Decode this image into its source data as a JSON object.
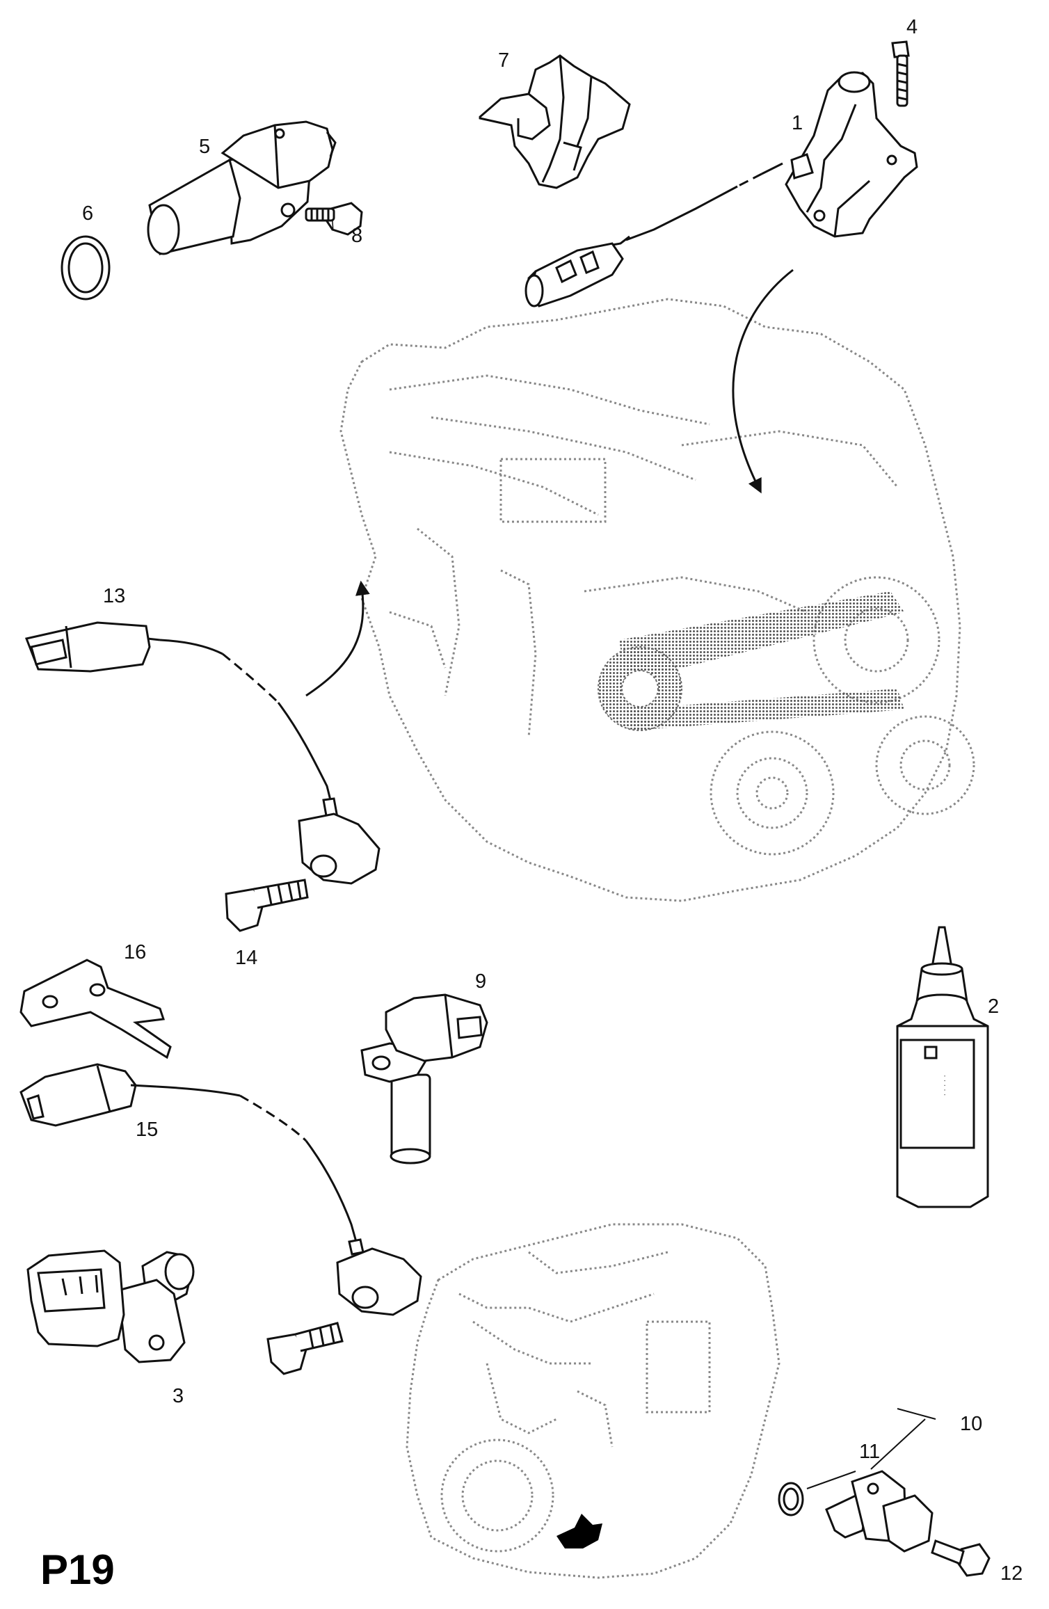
{
  "page_code": "P19",
  "callouts": {
    "c1": "1",
    "c2": "2",
    "c3": "3",
    "c4": "4",
    "c5": "5",
    "c6": "6",
    "c7": "7",
    "c8": "8",
    "c9": "9",
    "c10": "10",
    "c11": "11",
    "c12": "12",
    "c13": "13",
    "c14": "14",
    "c15": "15",
    "c16": "16"
  },
  "colors": {
    "ink": "#111111",
    "engine_ghost": "#8a8a8a",
    "shade": "#cfcfcf"
  },
  "icons": [
    "cam-sensor-icon",
    "crank-sensor-icon",
    "knock-sensor-icon",
    "bolt-icon",
    "o-ring-icon",
    "sealant-bottle-icon",
    "bracket-icon",
    "clip-icon",
    "engine-icon",
    "arrow-icon"
  ]
}
